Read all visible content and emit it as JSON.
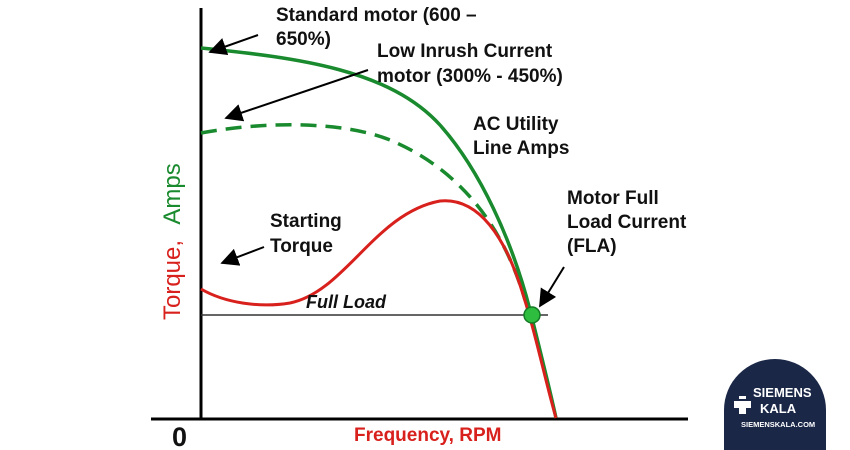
{
  "axes": {
    "y_label_part1": "Torque,",
    "y_label_part2": "Amps",
    "x_label": "Frequency, RPM",
    "origin_label": "0"
  },
  "labels": {
    "standard_motor_line1": "Standard motor (600 –",
    "standard_motor_line2": "650%)",
    "low_inrush_line1": "Low Inrush Current",
    "low_inrush_line2": "motor (300% - 450%)",
    "ac_utility_line1": "AC Utility",
    "ac_utility_line2": "Line Amps",
    "motor_fla_line1": "Motor Full",
    "motor_fla_line2": "Load Current",
    "motor_fla_line3": "(FLA)",
    "starting_torque_line1": "Starting",
    "starting_torque_line2": "Torque",
    "full_load": "Full Load"
  },
  "logo": {
    "name_line1": "SIEMENS",
    "name_line2": "KALA",
    "url": "SIEMENSKALA.COM"
  },
  "colors": {
    "amps_green": "#1a8a2e",
    "torque_red": "#d8201c",
    "marker_green": "#2ebd3e",
    "axis_black": "#000000",
    "logo_navy": "#1a2747"
  }
}
